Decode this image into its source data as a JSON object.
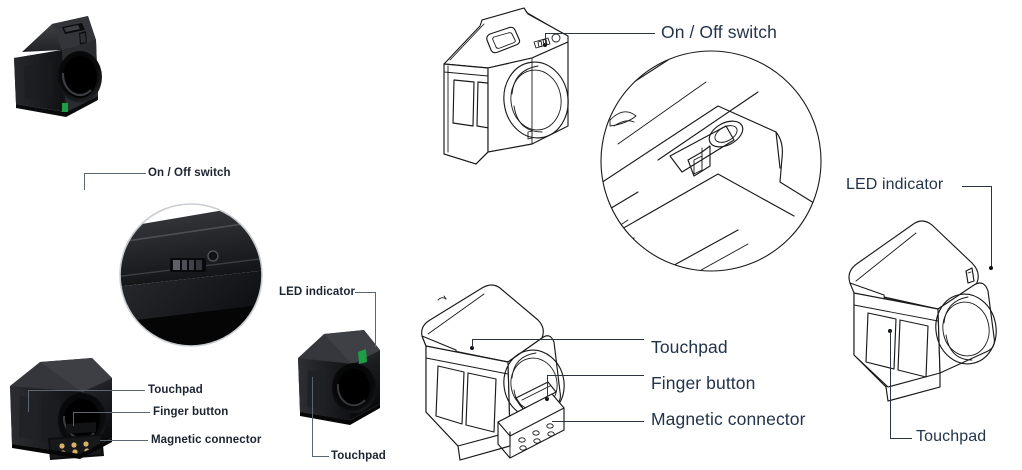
{
  "figure": {
    "title": "Device component callout diagram",
    "colors": {
      "label_dark": "#1b2430",
      "label_navy": "#23344a",
      "line": "#1a1a1a",
      "led_green": "#1e9c46",
      "connector_pin": "#d6b169",
      "device_black": "#17181a",
      "inset_ring": "#c9cdd2"
    }
  },
  "panels": {
    "photo_top": {
      "name": "photo-device-top-angle",
      "labels": [
        {
          "id": "on-off-switch",
          "text": "On / Off switch"
        }
      ],
      "inset": {
        "name": "magnified-switch-inset",
        "shape": "circle"
      }
    },
    "photo_bottom": {
      "name": "photo-device-front-angle",
      "labels": [
        {
          "id": "touchpad",
          "text": "Touchpad"
        },
        {
          "id": "finger-button",
          "text": "Finger button"
        },
        {
          "id": "magnetic-connector",
          "text": "Magnetic connector"
        }
      ],
      "connector_pins": 6
    },
    "photo_right": {
      "name": "photo-device-led-angle",
      "labels": [
        {
          "id": "led-indicator",
          "text": "LED indicator"
        },
        {
          "id": "touchpad",
          "text": "Touchpad"
        }
      ]
    },
    "line_top": {
      "name": "line-drawing-device-top-angle",
      "labels": [
        {
          "id": "on-off-switch",
          "text": "On / Off switch"
        }
      ],
      "inset": {
        "name": "magnified-switch-inset",
        "shape": "circle"
      }
    },
    "line_bottom": {
      "name": "line-drawing-device-front-angle",
      "labels": [
        {
          "id": "touchpad",
          "text": "Touchpad"
        },
        {
          "id": "finger-button",
          "text": "Finger button"
        },
        {
          "id": "magnetic-connector",
          "text": "Magnetic connector"
        }
      ]
    },
    "line_right": {
      "name": "line-drawing-device-led-angle",
      "labels": [
        {
          "id": "led-indicator",
          "text": "LED indicator"
        },
        {
          "id": "touchpad",
          "text": "Touchpad"
        }
      ]
    }
  }
}
